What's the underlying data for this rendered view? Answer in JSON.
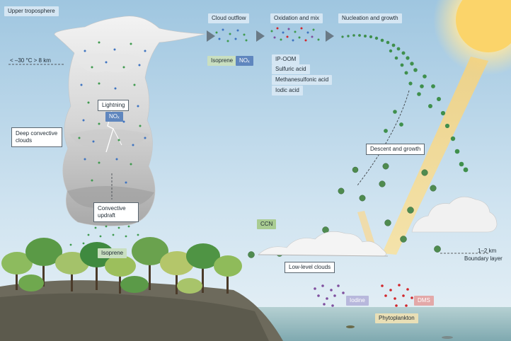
{
  "labels": {
    "upper_troposphere": "Upper troposphere",
    "altitude_marker": "< –30 °C  > 8 km",
    "deep_convective": "Deep convective clouds",
    "lightning": "Lightning",
    "nox_lightning": "NOₓ",
    "convective_updraft": "Convective updraft",
    "isoprene_ground": "Isoprene",
    "cloud_outflow": "Cloud outflow",
    "oxidation_mix": "Oxidation and mix",
    "nucleation_growth": "Nucleation and growth",
    "isoprene_outflow": "Isoprene",
    "nox_outflow": "NOₓ",
    "products": [
      "IP-OOM",
      "Sulfuric acid",
      "Methanesulfonic acid",
      "Iodic acid"
    ],
    "descent_growth": "Descent and growth",
    "ccn": "CCN",
    "low_level_clouds": "Low-level clouds",
    "boundary_km": "1–2 km",
    "boundary_layer": "Boundary layer",
    "iodine": "Iodine",
    "dms": "DMS",
    "phytoplankton": "Phytoplankton"
  },
  "colors": {
    "isoprene": "#3f9a4f",
    "nox": "#3f74c0",
    "iodine": "#7f4f9f",
    "dms": "#d1262b",
    "ccn_particle": "#4f8b4f",
    "sky_top": "#a7cbe3",
    "sky_bottom": "#e3eff7",
    "sea": "#a3c3c8"
  }
}
